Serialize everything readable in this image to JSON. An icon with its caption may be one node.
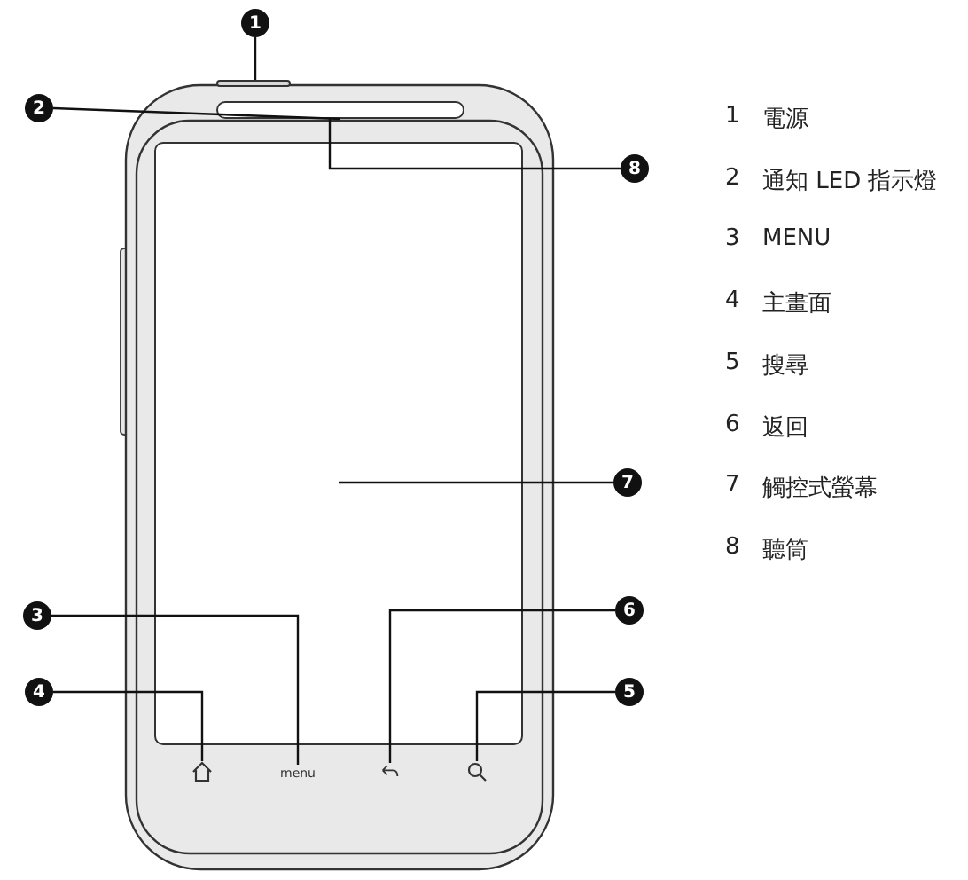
{
  "diagram": {
    "nodes": [
      {
        "text": [
          "1"
        ]
      },
      {
        "text": [],
        "shape": "bar"
      },
      {
        "text": [
          "2"
        ]
      },
      {
        "text": [],
        "shape": "box"
      },
      {
        "text": [
          "8"
        ]
      },
      {
        "text": [],
        "shape": "box"
      },
      {
        "text": [
          "7"
        ]
      },
      {
        "text": [
          "3"
        ]
      },
      {
        "text": [
          "menu"
        ]
      },
      {
        "text": [
          "6"
        ]
      },
      {
        "text": [
          "4"
        ]
      },
      {
        "text": [
          "5"
        ]
      },
      {
        "text": [],
        "shape": "house"
      },
      {
        "text": [],
        "shape": "arrow"
      },
      {
        "text": [],
        "shape": "magnifier"
      }
    ],
    "edges": [
      {
        "from": 0,
        "to": 1,
        "arrow": "none"
      },
      {
        "from": 2,
        "to": 3,
        "arrow": "none"
      },
      {
        "from": 4,
        "to": 3,
        "arrow": "none"
      },
      {
        "from": 6,
        "to": 5,
        "arrow": "none"
      },
      {
        "from": 7,
        "to": 8,
        "arrow": "none"
      },
      {
        "from": 9,
        "to": 13,
        "arrow": "none"
      },
      {
        "from": 10,
        "to": 12,
        "arrow": "none"
      },
      {
        "from": 11,
        "to": 14,
        "arrow": "none"
      }
    ],
    "labels": [
      "1",
      "電源",
      "2",
      "通知 LED 指示燈",
      "3",
      "MENU",
      "4",
      "主畫面",
      "5",
      "搜尋",
      "6",
      "返回",
      "7",
      "觸控式螢幕",
      "8",
      "聽筒"
    ]
  }
}
